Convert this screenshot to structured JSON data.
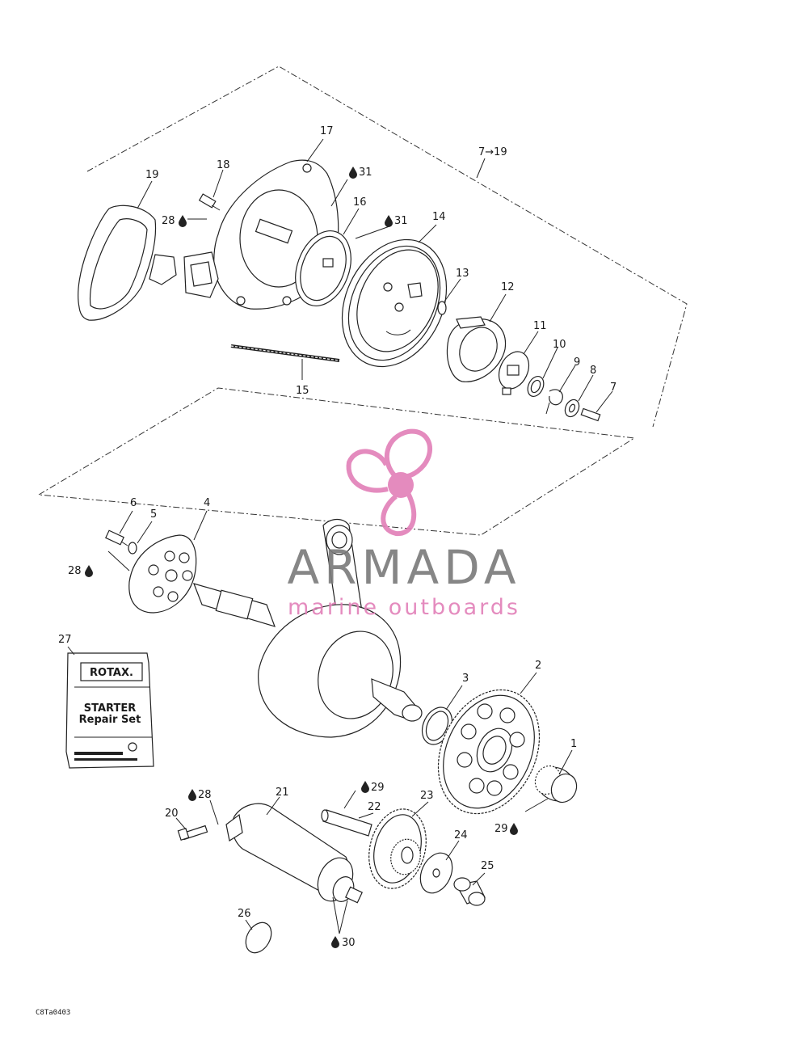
{
  "diagram": {
    "group_label": "7→19",
    "figure_code": "C8Ta0403",
    "callouts": [
      "1",
      "2",
      "3",
      "4",
      "5",
      "6",
      "7",
      "8",
      "9",
      "10",
      "11",
      "12",
      "13",
      "14",
      "15",
      "16",
      "17",
      "18",
      "19",
      "20",
      "21",
      "22",
      "23",
      "24",
      "25",
      "26",
      "27"
    ],
    "lubricant_callouts": {
      "c28a": "28",
      "c28b": "28",
      "c28c": "28",
      "c29a": "29",
      "c29b": "29",
      "c30": "30",
      "c31a": "31",
      "c31b": "31"
    }
  },
  "kit": {
    "brand": "ROTAX.",
    "title": "STARTER",
    "subtitle": "Repair Set"
  },
  "watermark": {
    "name": "ARMADA",
    "tagline": "marine outboards",
    "color": "#e27fb8"
  }
}
